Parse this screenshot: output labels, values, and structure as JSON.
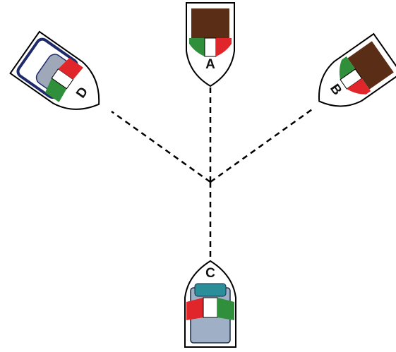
{
  "boats": {
    "a": {
      "label": "A",
      "deck_color": "#5a2e16",
      "red": "#e0262b",
      "green": "#2f8f3a"
    },
    "b": {
      "label": "B",
      "deck_color": "#5a2e16",
      "red": "#e0262b",
      "green": "#2f8f3a"
    },
    "c": {
      "label": "C",
      "deck_color": "#9fb0c6",
      "red": "#e0262b",
      "green": "#2f8f3a",
      "trim": "#2b8f9a"
    },
    "d": {
      "label": "D",
      "deck_color": "#9ea8b8",
      "red": "#e0262b",
      "green": "#2f8f3a",
      "trim": "#1f2a6b"
    }
  },
  "line_color": "#000000"
}
